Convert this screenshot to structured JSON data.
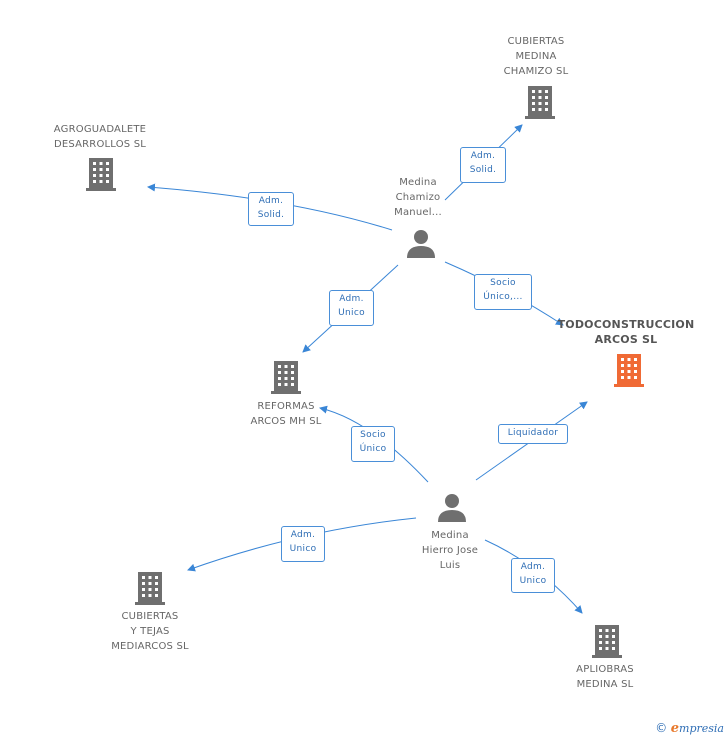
{
  "colors": {
    "edge": "#3a86d6",
    "building": "#6f6f6f",
    "building_main": "#f06a35",
    "person": "#6f6f6f"
  },
  "nodes": {
    "cubiertas_medina": {
      "label": "CUBIERTAS\nMEDINA\nCHAMIZO SL",
      "icon": "building-icon"
    },
    "agroguadalete": {
      "label": "AGROGUADALETE\nDESARROLLOS SL",
      "icon": "building-icon"
    },
    "medina_chamizo": {
      "label": "Medina\nChamizo\nManuel...",
      "icon": "person-icon"
    },
    "todoconstruccion": {
      "label": "TODOCONSTRUCCION\nARCOS SL",
      "icon": "building-icon"
    },
    "reformas": {
      "label": "REFORMAS\nARCOS MH SL",
      "icon": "building-icon"
    },
    "medina_hierro": {
      "label": "Medina\nHierro Jose\nLuis",
      "icon": "person-icon"
    },
    "cubiertas_tejas": {
      "label": "CUBIERTAS\nY TEJAS\nMEDIARCOS SL",
      "icon": "building-icon"
    },
    "apliobras": {
      "label": "APLIOBRAS\nMEDINA SL",
      "icon": "building-icon"
    }
  },
  "edges": {
    "e1": "Adm.\nSolid.",
    "e2": "Adm.\nSolid.",
    "e3": "Socio\nÚnico,...",
    "e4": "Adm.\nUnico",
    "e5": "Socio\nÚnico",
    "e6": "Liquidador",
    "e7": "Adm.\nUnico",
    "e8": "Adm.\nUnico"
  },
  "brand": {
    "copyright": "©",
    "e": "e",
    "name": "mpresia"
  }
}
